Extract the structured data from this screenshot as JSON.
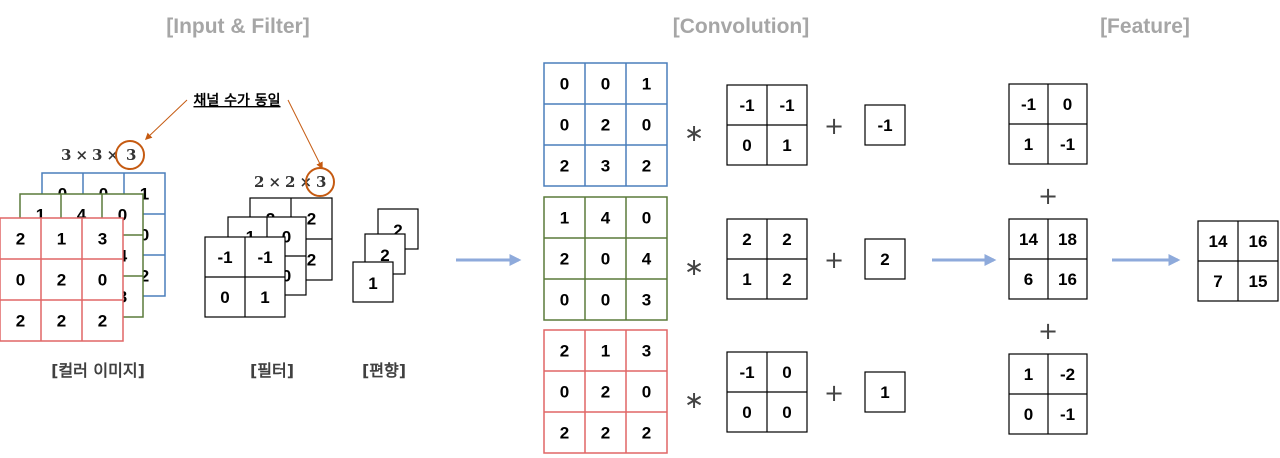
{
  "titles": {
    "input_filter": "[Input & Filter]",
    "convolution": "[Convolution]",
    "feature": "[Feature]"
  },
  "annotation": {
    "same_channels": "채널 수가 동일"
  },
  "dimensions": {
    "image": [
      "3",
      "×",
      "3",
      "×",
      "3"
    ],
    "filter": [
      "2",
      "×",
      "2",
      "×",
      "3"
    ]
  },
  "captions": {
    "color_image": "[컬러 이미지]",
    "filter": "[필터]",
    "bias": "[편향]"
  },
  "input_channels": [
    {
      "color": "#4a7ebb",
      "values": [
        [
          "0",
          "0",
          "1"
        ],
        [
          "0",
          "2",
          "0"
        ],
        [
          "2",
          "3",
          "2"
        ]
      ]
    },
    {
      "color": "#5a7a3a",
      "values": [
        [
          "1",
          "4",
          "0"
        ],
        [
          "2",
          "0",
          "4"
        ],
        [
          "0",
          "0",
          "3"
        ]
      ]
    },
    {
      "color": "#e06666",
      "values": [
        [
          "2",
          "1",
          "3"
        ],
        [
          "0",
          "2",
          "0"
        ],
        [
          "2",
          "2",
          "2"
        ]
      ]
    }
  ],
  "filters": [
    [
      [
        "-1",
        "-1"
      ],
      [
        "0",
        "1"
      ]
    ],
    [
      [
        "2",
        "2"
      ],
      [
        "1",
        "2"
      ]
    ],
    [
      [
        "-1",
        "0"
      ],
      [
        "0",
        "0"
      ]
    ]
  ],
  "biases": [
    "-1",
    "2",
    "1"
  ],
  "partial_maps": [
    [
      [
        "-1",
        "0"
      ],
      [
        "1",
        "-1"
      ]
    ],
    [
      [
        "14",
        "18"
      ],
      [
        "6",
        "16"
      ]
    ],
    [
      [
        "1",
        "-2"
      ],
      [
        "0",
        "-1"
      ]
    ]
  ],
  "result": [
    [
      "14",
      "16"
    ],
    [
      "7",
      "15"
    ]
  ],
  "operators": {
    "convolve": "∗",
    "plus": "+"
  },
  "colors": {
    "title_gray": "#a6a6a6",
    "arrow_blue": "#8eaadb",
    "pointer_orange": "#c55a11",
    "highlight_orange": "#c55a11"
  }
}
